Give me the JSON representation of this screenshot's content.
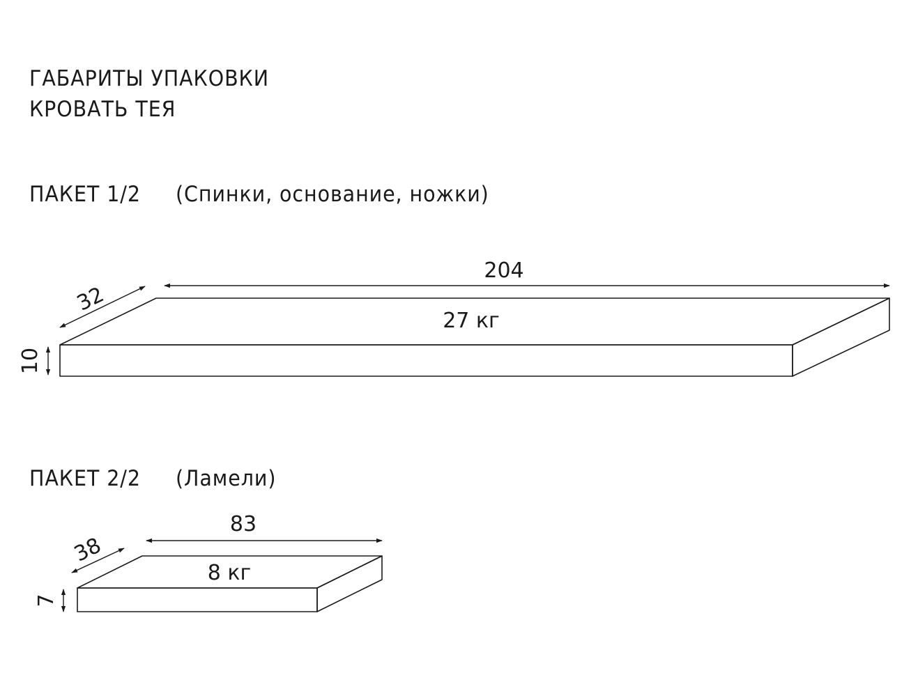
{
  "header": {
    "title_line1": "ГАБАРИТЫ УПАКОВКИ",
    "title_line2": "КРОВАТЬ ТЕЯ"
  },
  "packages": [
    {
      "label": "ПАКЕТ 1/2",
      "contents": "(Спинки, основание, ножки)",
      "length": "204",
      "depth": "32",
      "height": "10",
      "weight": "27 кг"
    },
    {
      "label": "ПАКЕТ 2/2",
      "contents": "(Ламели)",
      "length": "83",
      "depth": "38",
      "height": "7",
      "weight": "8 кг"
    }
  ],
  "colors": {
    "line": "#1a1a1a",
    "background": "#ffffff"
  }
}
